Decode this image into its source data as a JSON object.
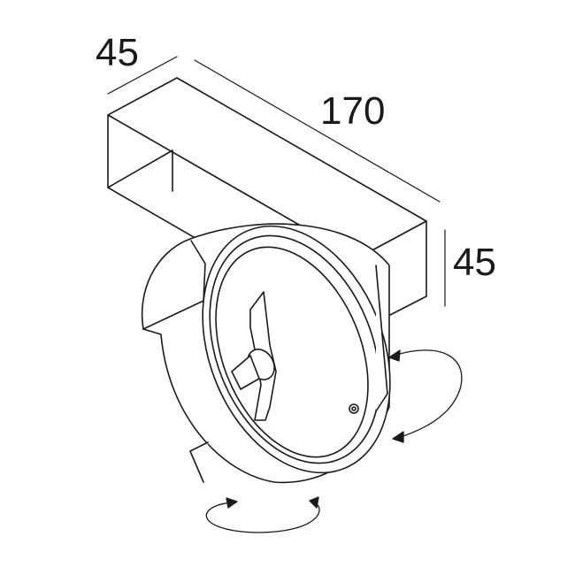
{
  "dimensions": {
    "width": "45",
    "length": "170",
    "height": "45"
  },
  "colors": {
    "line": "#1a1a1a",
    "background": "#ffffff"
  }
}
